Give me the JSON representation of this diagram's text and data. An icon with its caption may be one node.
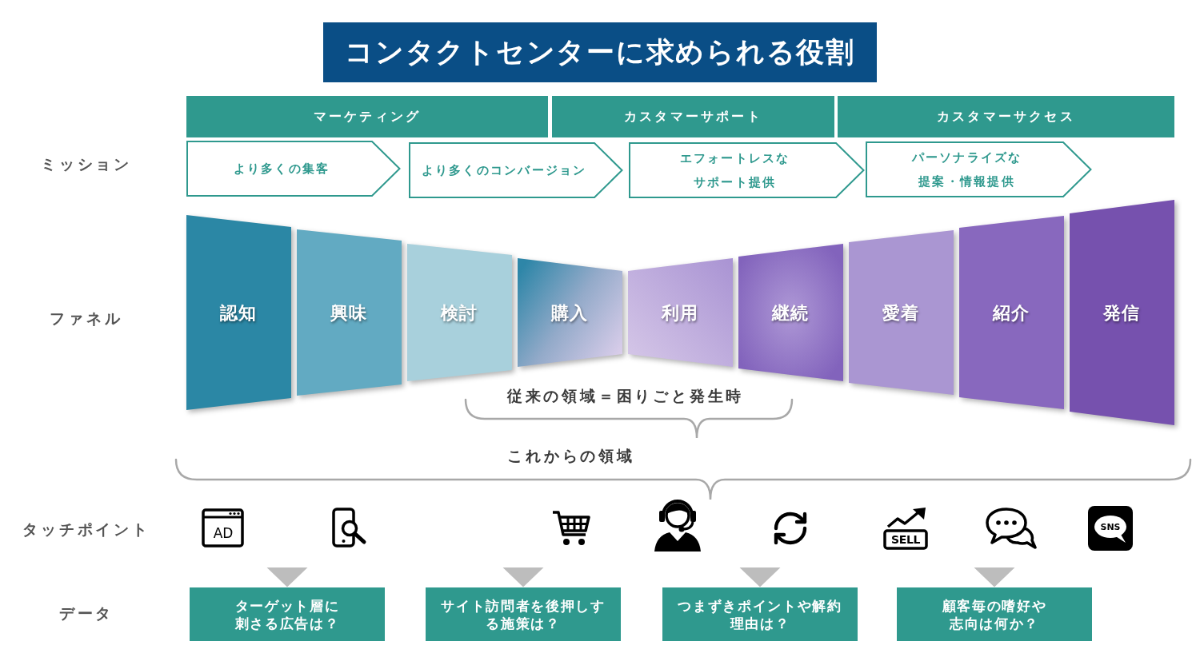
{
  "diagram": {
    "title": "コンタクトセンターに求められる役割",
    "nodes": [
      {
        "text": [
          "マーケティング"
        ]
      },
      {
        "text": [
          "カスタマーサポート"
        ]
      },
      {
        "text": [
          "カスタマーサクセス"
        ]
      },
      {
        "text": [
          "より多くの集客"
        ]
      },
      {
        "text": [
          "より多くのコンバージョン"
        ]
      },
      {
        "text": [
          "エフォートレスなサポート提供"
        ]
      },
      {
        "text": [
          "パーソナライズな提案・情報提供"
        ]
      },
      {
        "text": [
          "認知"
        ]
      },
      {
        "text": [
          "興味"
        ]
      },
      {
        "text": [
          "検討"
        ]
      },
      {
        "text": [
          "購入"
        ]
      },
      {
        "text": [
          "利用"
        ]
      },
      {
        "text": [
          "継続"
        ]
      },
      {
        "text": [
          "愛着"
        ]
      },
      {
        "text": [
          "紹介"
        ]
      },
      {
        "text": [
          "発信"
        ]
      },
      {
        "text": [
          "ターゲット層に刺さる広告は？"
        ]
      },
      {
        "text": [
          "サイト訪問者を後押しする施策は？"
        ]
      },
      {
        "text": [
          "つまずきポイントや解約理由は？"
        ]
      },
      {
        "text": [
          "顧客毎の嗜好や志向は何か？"
        ]
      }
    ],
    "edges": [
      {
        "from": null,
        "to": 16,
        "arrow": "to"
      },
      {
        "from": null,
        "to": 17,
        "arrow": "to"
      },
      {
        "from": null,
        "to": 18,
        "arrow": "to"
      },
      {
        "from": null,
        "to": 19,
        "arrow": "to"
      }
    ],
    "labels": [
      "ミッション",
      "ファネル",
      "従来の領域＝困りごと発生時",
      "これからの領域",
      "タッチポイント",
      "AD",
      "SELL",
      "SNS",
      "データ"
    ]
  }
}
